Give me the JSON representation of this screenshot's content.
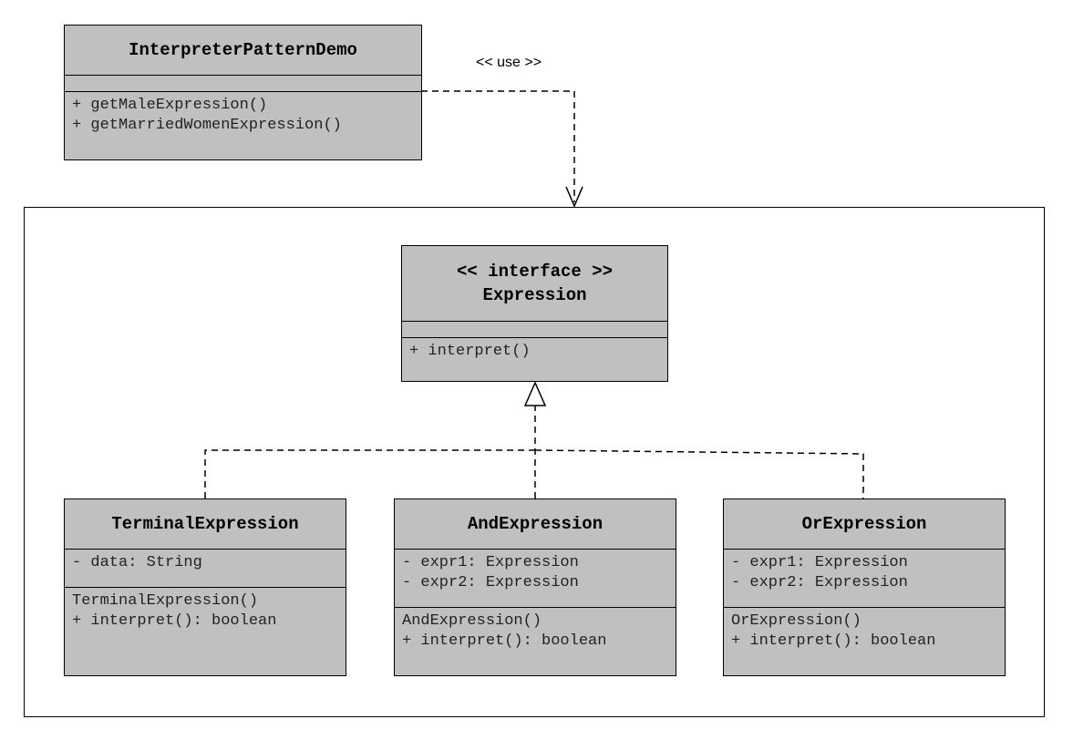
{
  "demo": {
    "name": "InterpreterPatternDemo",
    "attributes": [],
    "methods": [
      "+ getMaleExpression()",
      "+ getMarriedWomenExpression()"
    ]
  },
  "use_label": "<< use >>",
  "expression": {
    "stereotype": "<< interface >>",
    "name": "Expression",
    "attributes": [],
    "methods": [
      "+ interpret()"
    ]
  },
  "terminal": {
    "name": "TerminalExpression",
    "attributes": [
      "- data: String"
    ],
    "methods": [
      "TerminalExpression()",
      "+ interpret(): boolean"
    ]
  },
  "and_expr": {
    "name": "AndExpression",
    "attributes": [
      "- expr1: Expression",
      "- expr2: Expression"
    ],
    "methods": [
      "AndExpression()",
      "+ interpret(): boolean"
    ]
  },
  "or_expr": {
    "name": "OrExpression",
    "attributes": [
      "- expr1: Expression",
      "- expr2: Expression"
    ],
    "methods": [
      "OrExpression()",
      "+ interpret(): boolean"
    ]
  }
}
